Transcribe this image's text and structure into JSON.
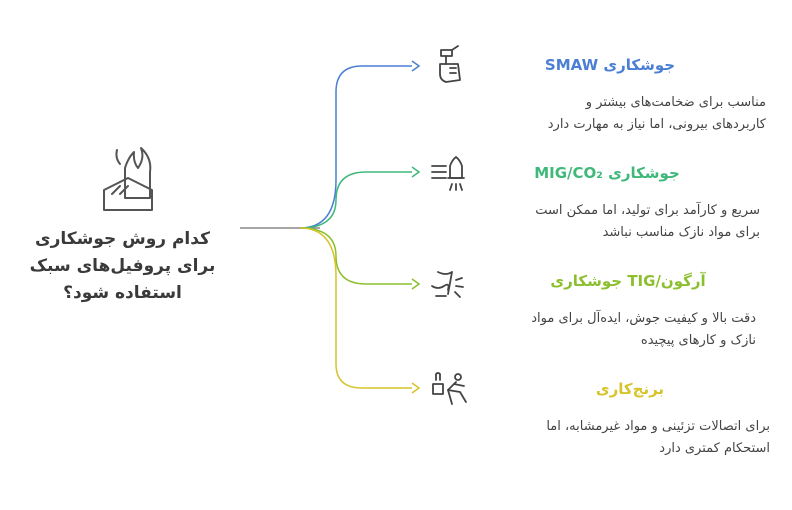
{
  "question": {
    "lines": [
      "کدام روش جوشکاری",
      "برای پروفیل‌های سبک",
      "استفاده شود؟"
    ]
  },
  "options": [
    {
      "title": "جوشکاری SMAW",
      "desc": [
        "مناسب برای ضخامت‌های بیشتر و",
        "کاربردهای بیرونی، اما نیاز به مهارت دارد"
      ],
      "color": "#4a7fd4",
      "icon": "hand-torch-icon"
    },
    {
      "title": "جوشکاری MIG/CO₂",
      "desc": [
        "سریع و کارآمد برای تولید، اما ممکن است",
        "برای مواد نازک مناسب نباشد"
      ],
      "color": "#3fb87a",
      "icon": "welding-gun-icon"
    },
    {
      "title": "آرگون/TIG جوشکاری",
      "desc": [
        "دقت بالا و کیفیت جوش، ایده‌آل برای مواد",
        "نازک و کارهای پیچیده"
      ],
      "color": "#8cbf2e",
      "icon": "arc-spark-icon"
    },
    {
      "title": "برنج‌کاری",
      "desc": [
        "برای اتصالات تزئینی و مواد غیرمشابه، اما",
        "استحکام کمتری دارد"
      ],
      "color": "#d6c42a",
      "icon": "worker-fire-icon"
    }
  ],
  "colors": {
    "trunk": "#888888",
    "question_icon": "#555555",
    "text": "#444444"
  }
}
